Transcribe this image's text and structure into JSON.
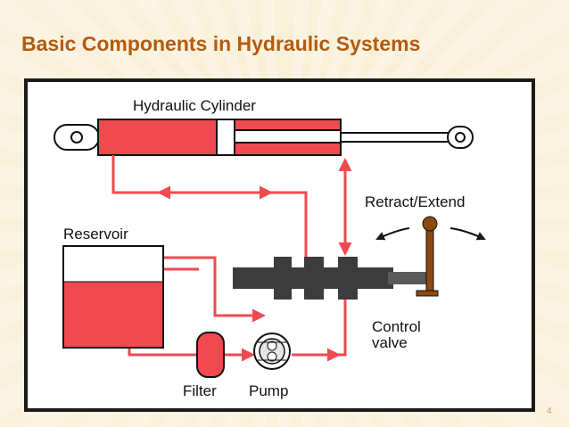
{
  "slide": {
    "title": "Basic Components in Hydraulic Systems",
    "page_number": "4"
  },
  "diagram": {
    "labels": {
      "cylinder": "Hydraulic Cylinder",
      "retract_extend": "Retract/Extend",
      "reservoir": "Reservoir",
      "control_valve_line1": "Control",
      "control_valve_line2": "valve",
      "filter": "Filter",
      "pump": "Pump"
    },
    "colors": {
      "fluid": "#f0494f",
      "frame": "#1a1a1a",
      "lever": "#8a4a12",
      "valve": "#404040",
      "title": "#b35b10",
      "background": "#fbf4e2"
    }
  }
}
